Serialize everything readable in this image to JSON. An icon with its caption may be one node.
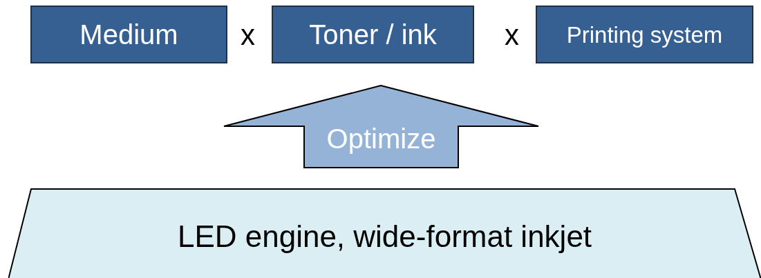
{
  "diagram": {
    "nodes": [
      {
        "text": [
          "Medium"
        ]
      },
      {
        "text": [
          "Toner / ink"
        ]
      },
      {
        "text": [
          "Printing system"
        ]
      },
      {
        "text": [
          "Optimize"
        ]
      },
      {
        "text": [
          "LED engine, wide-format inkjet"
        ]
      }
    ],
    "labels": [
      "x",
      "x"
    ]
  }
}
